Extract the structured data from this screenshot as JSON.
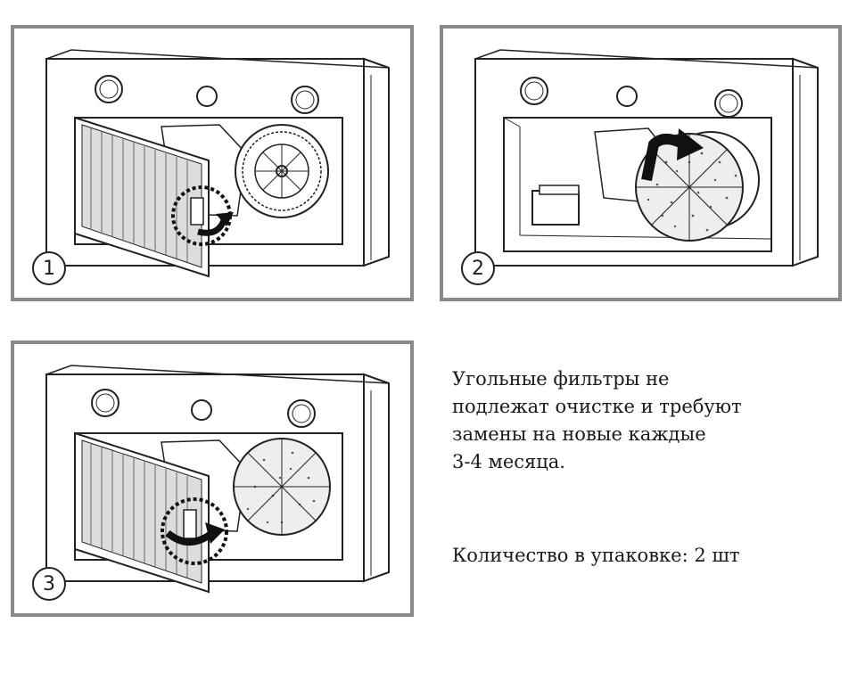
{
  "steps": [
    {
      "number": "1",
      "action": "open-grease-filter"
    },
    {
      "number": "2",
      "action": "install-carbon-filter"
    },
    {
      "number": "3",
      "action": "close-grease-filter"
    }
  ],
  "notes": {
    "line1": "Угольные фильтры не",
    "line2": "подлежат очистке и требуют",
    "line3": "замены на новые каждые",
    "line4": "3-4 месяца.",
    "quantity": "Количество в упаковке: 2 шт"
  },
  "colors": {
    "frame": "#8a8a8a",
    "stroke": "#222222",
    "filter_speckle": "#555555"
  }
}
